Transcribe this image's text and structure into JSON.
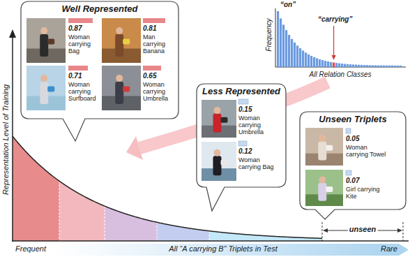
{
  "diagram": {
    "nodes": [
      {
        "text": [
          "Well Represented"
        ]
      },
      {
        "text": [
          "Less Represented"
        ]
      },
      {
        "text": [
          "Unseen Triplets"
        ]
      }
    ],
    "labels": [
      "“on”",
      "“carrying”",
      "Frequency",
      "All Relation Classes",
      "0.87",
      "Woman carrying Bag",
      "0.81",
      "Man carrying Banana",
      "0.71",
      "Woman carrying Surfboard",
      "0.65",
      "Woman carrying Umbrella",
      "0.15",
      "Woman carrying Umbrella",
      "0.12",
      "Woman carrying Bag",
      "0.05",
      "Woman carrying Towel",
      "0.07",
      "Girl carrying Kite",
      "unseen",
      "Representation Level of Training",
      "Frequent",
      "All “A carrying B” Triplets in Test",
      "Rare"
    ]
  }
}
